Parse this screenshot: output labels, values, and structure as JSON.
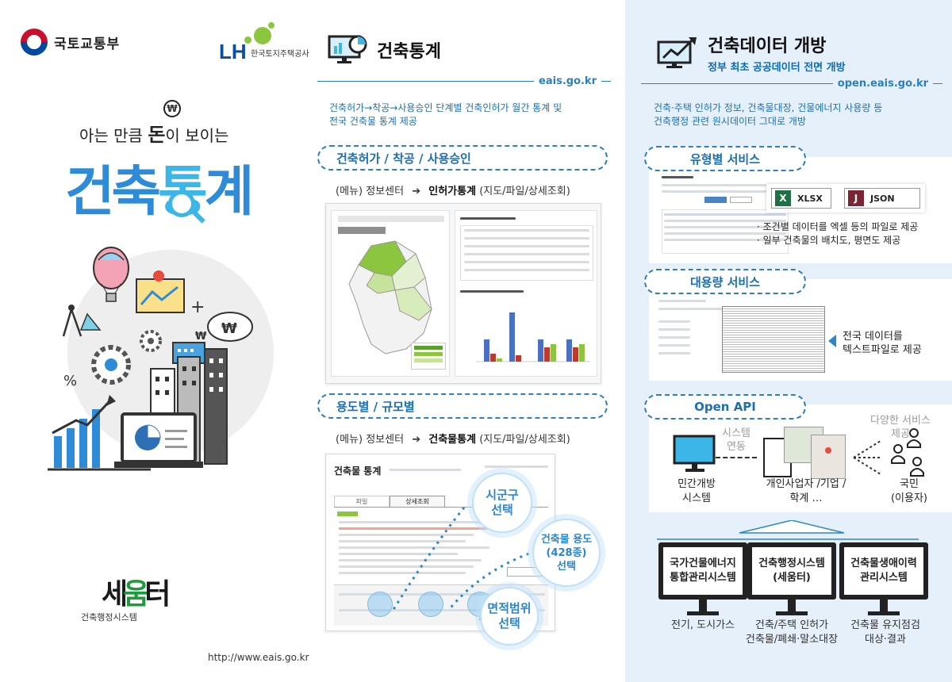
{
  "left": {
    "molit": "국토교통부",
    "lh_mark": "LH",
    "lh_name": "한국토지주택공사",
    "won_symbol": "₩",
    "slogan_pre": "아는 만큼 ",
    "slogan_bold": "돈",
    "slogan_post": "이 보이는",
    "title_a": "건축",
    "title_b": "통",
    "title_c": "계",
    "illu_won": "₩",
    "illu_won2": "₩",
    "illu_plus": "+",
    "illu_pct": "%",
    "seumteo_a": "세",
    "seumteo_b": "움",
    "seumteo_c": "터",
    "seumteo_sub": "건축행정시스템",
    "url": "http://www.eais.go.kr"
  },
  "mid": {
    "title": "건축통계",
    "url": "eais.go.kr",
    "desc_1": "건축허가→착공→사용승인 단계별 건축인허가 월간 통계 및",
    "desc_2": "전국 건축물 통계 제공",
    "sec1_pill": "건축허가 / 착공 / 사용승인",
    "sec1_menu_pre": "(메뉴) 정보센터",
    "sec1_menu_arrow": "➔",
    "sec1_menu_bold": "인허가통계",
    "sec1_menu_post": "(지도/파일/상세조회)",
    "sec2_pill": "용도별 / 규모별",
    "sec2_menu_pre": "(메뉴) 정보센터",
    "sec2_menu_arrow": "➔",
    "sec2_menu_bold": "건축물통계",
    "sec2_menu_post": "(지도/파일/상세조회)",
    "shot2_title": "건축물 통계",
    "shot2_tab1": "파일",
    "shot2_tab2": "상세조회",
    "circle_1": "시군구\n선택",
    "circle_2": "건축물 용도\n(428종)\n선택",
    "circle_3": "면적범위\n선택"
  },
  "right": {
    "title": "건축데이터 개방",
    "subtitle": "정부 최초 공공데이터 전면 개방",
    "url": "open.eais.go.kr",
    "desc_1": "건축·주택 인허가 정보, 건축물대장, 건물에너지 사용량 등",
    "desc_2": "건축행정 관련 원시데이터 그대로 개방",
    "pill_1": "유형별 서비스",
    "xlsx": "XLSX",
    "json": "JSON",
    "bullet_1": "· 조건별 데이터를 엑셀 등의 파일로 제공",
    "bullet_2": "· 일부 건축물의 배치도, 평면도 제공",
    "pill_2": "대용량 서비스",
    "bulk_desc_1": "전국 데이터를",
    "bulk_desc_2": "텍스트파일로 제공",
    "pill_3": "Open API",
    "api_link": "시스템\n연동",
    "api_various": "다양한 서비스\n제공",
    "api_private": "민간개방\n시스템",
    "api_biz": "개인사업자 /기업 /\n학계 …",
    "api_citizen": "국민\n(이용자)",
    "sys_1": "국가건물에너지\n통합관리시스템",
    "sys_2": "건축행정시스템\n(세움터)",
    "sys_3": "건축물생애이력\n관리시스템",
    "sys_1_desc": "전기, 도시가스",
    "sys_2_desc": "건축/주택 인허가\n건축물/폐쇄·말소대장",
    "sys_3_desc": "건축물 유지점검\n대상·결과"
  }
}
